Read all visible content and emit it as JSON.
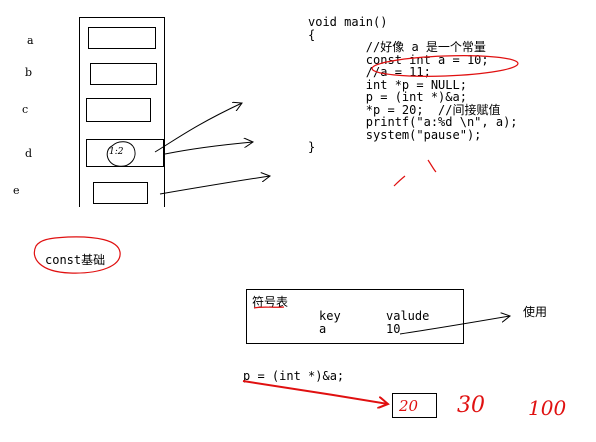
{
  "memory": {
    "labels": [
      "a",
      "b",
      "c",
      "d",
      "e"
    ],
    "d_cell_scribble": "1:2"
  },
  "code": {
    "lines": [
      "void main()",
      "{",
      "        //好像 a 是一个常量",
      "        const int a = 10;",
      "        //a = 11;",
      "        int *p = NULL;",
      "        p = (int *)&a;",
      "",
      "        *p = 20;  //间接赋值",
      "",
      "        printf(\"a:%d \\n\", a);",
      "        system(\"pause\");",
      "}"
    ]
  },
  "note": {
    "const_basics": "const基础"
  },
  "symbol_table": {
    "title": "符号表",
    "headers": [
      "key",
      "valude"
    ],
    "row": [
      "a",
      "10"
    ],
    "use_label": "使用"
  },
  "pointer": {
    "expr": "p = (int *)&a;",
    "box_value": "20",
    "handwritten_values": [
      "30",
      "100"
    ]
  },
  "colors": {
    "ink": "#000000",
    "annotation": "#e01010"
  }
}
